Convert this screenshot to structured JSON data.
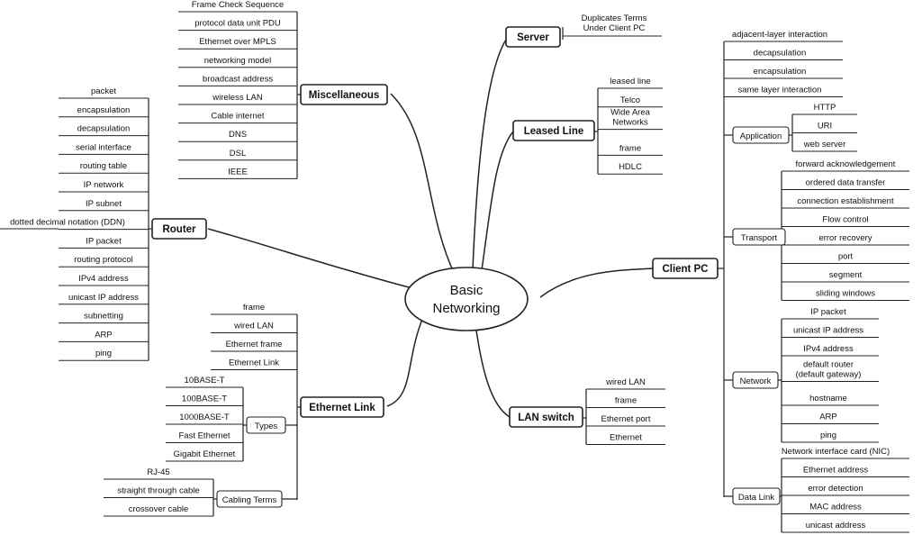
{
  "root": "Basic Networking",
  "branches": {
    "miscellaneous": {
      "label": "Miscellaneous",
      "items": [
        "Frame Check Sequence",
        "protocol data unit PDU",
        "Ethernet over MPLS",
        "networking model",
        "broadcast address",
        "wireless LAN",
        "Cable internet",
        "DNS",
        "DSL",
        "IEEE"
      ]
    },
    "router": {
      "label": "Router",
      "items": [
        "packet",
        "encapsulation",
        "decapsulation",
        "serial interface",
        "routing table",
        "IP network",
        "IP subnet",
        "dotted decimal notation (DDN)",
        "IP packet",
        "routing protocol",
        "IPv4 address",
        "unicast IP address",
        "subnetting",
        "ARP",
        "ping"
      ]
    },
    "ethernet_link": {
      "label": "Ethernet Link",
      "items": [
        "frame",
        "wired LAN",
        "Ethernet frame",
        "Ethernet Link"
      ],
      "types": {
        "label": "Types",
        "items": [
          "10BASE-T",
          "100BASE-T",
          "1000BASE-T",
          "Fast Ethernet",
          "Gigabit Ethernet"
        ]
      },
      "cabling": {
        "label": "Cabling Terms",
        "items": [
          "RJ-45",
          "straight through cable",
          "crossover cable"
        ]
      }
    },
    "server": {
      "label": "Server",
      "items": [
        "Duplicates Terms Under Client PC"
      ]
    },
    "leased_line": {
      "label": "Leased Line",
      "items": [
        "leased line",
        "Telco",
        "Wide Area Networks",
        "frame",
        "HDLC"
      ]
    },
    "lan_switch": {
      "label": "LAN switch",
      "items": [
        "wired LAN",
        "frame",
        "Ethernet port",
        "Ethernet"
      ]
    },
    "client_pc": {
      "label": "Client PC",
      "items": [
        "adjacent-layer interaction",
        "decapsulation",
        "encapsulation",
        "same layer interaction"
      ],
      "application": {
        "label": "Application",
        "items": [
          "HTTP",
          "URI",
          "web server"
        ]
      },
      "transport": {
        "label": "Transport",
        "items": [
          "forward acknowledgement",
          "ordered data transfer",
          "connection establishment",
          "Flow control",
          "error recovery",
          "port",
          "segment",
          "sliding windows"
        ]
      },
      "network": {
        "label": "Network",
        "items": [
          "IP packet",
          "unicast IP address",
          "IPv4 address",
          "default router (default gateway)",
          "hostname",
          "ARP",
          "ping"
        ]
      },
      "data_link": {
        "label": "Data Link",
        "items": [
          "Network interface card (NIC)",
          "Ethernet address",
          "error detection",
          "MAC address",
          "unicast address"
        ]
      }
    }
  }
}
